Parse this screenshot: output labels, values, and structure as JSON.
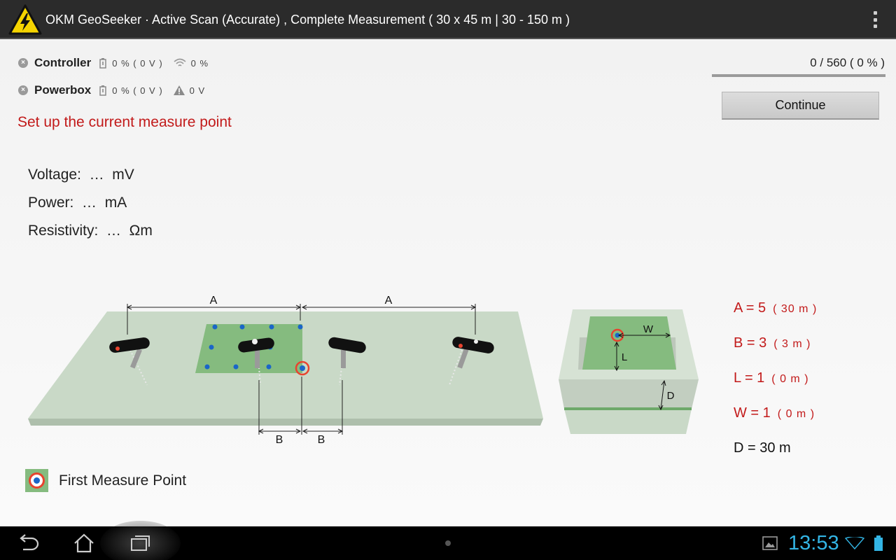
{
  "app": {
    "title": "OKM GeoSeeker · Active Scan (Accurate) , Complete Measurement ( 30 x 45 m  |  30 - 150 m )"
  },
  "devices": [
    {
      "name": "Controller",
      "battery": "0 % ( 0 V )",
      "secondary": "0 %",
      "secondary_icon": "wifi-icon"
    },
    {
      "name": "Powerbox",
      "battery": "0 % ( 0 V )",
      "secondary": "0 V",
      "secondary_icon": "warning-icon"
    }
  ],
  "progress": {
    "text": "0 / 560 ( 0 % )",
    "fraction": 0
  },
  "continue_label": "Continue",
  "instruction": "Set up the current measure point",
  "readings": {
    "voltage": "Voltage:  …  mV",
    "power": "Power:  …  mA",
    "resistivity": "Resistivity:  …  Ωm"
  },
  "diagram_labels": {
    "a": "A",
    "b": "B",
    "w": "W",
    "l": "L",
    "d": "D"
  },
  "params": [
    {
      "label": "A = 5",
      "value": "( 30 m )"
    },
    {
      "label": "B = 3",
      "value": "( 3 m )"
    },
    {
      "label": "L = 1",
      "value": "( 0 m )"
    },
    {
      "label": "W = 1",
      "value": "( 0 m )"
    }
  ],
  "depth_label": "D = 30 m",
  "legend_label": "First Measure Point",
  "clock": "13:53",
  "colors": {
    "accent": "#33b5e5",
    "instruction": "#c21a1a",
    "ground": "#c8d8c6",
    "grid": "#84bb7e",
    "point": "#1a66c8",
    "marker": "#e8432e"
  }
}
